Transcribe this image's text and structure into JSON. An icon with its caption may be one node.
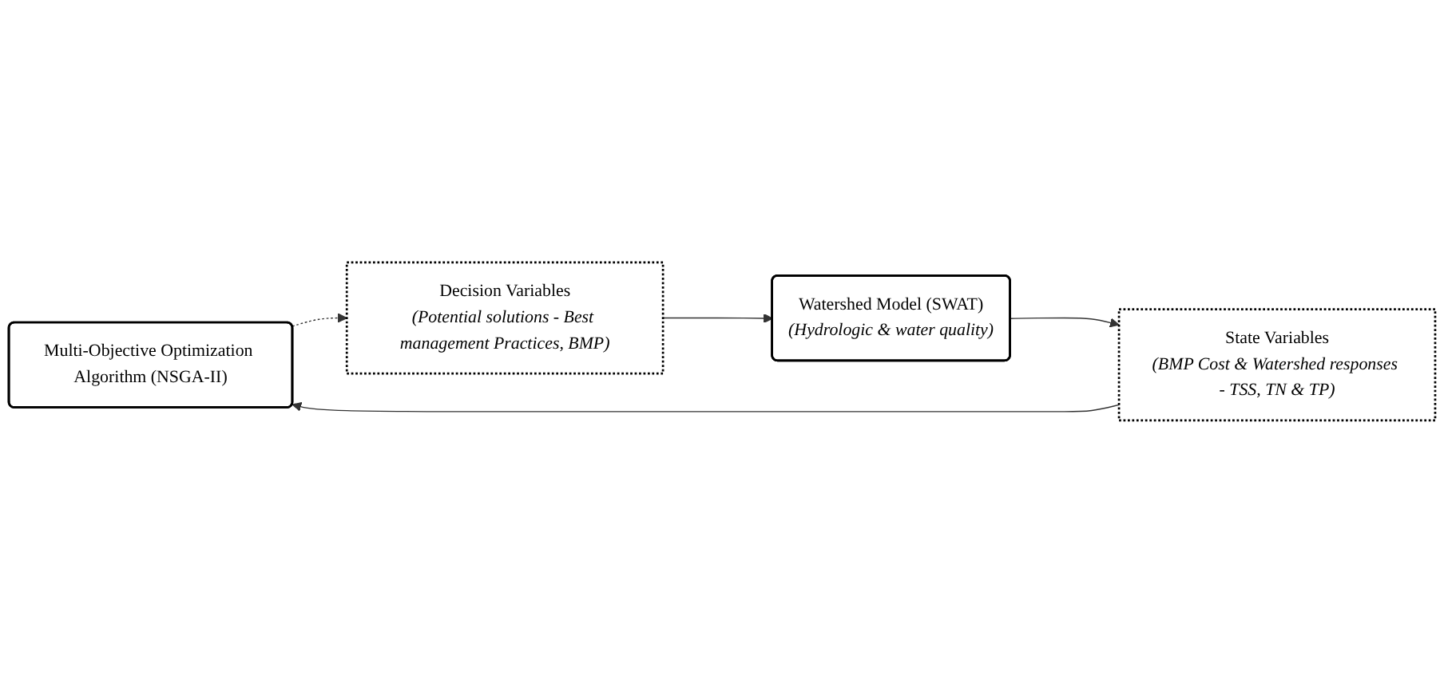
{
  "diagram": {
    "nodes": [
      {
        "text": [
          "Multi-Objective Optimization Algorithm (NSGA-II)"
        ]
      },
      {
        "text": [
          "Decision Variables",
          "(Potential solutions - Best management Practices, BMP)"
        ]
      },
      {
        "text": [
          "Watershed Model (SWAT)",
          "(Hydrologic & water quality)"
        ]
      },
      {
        "text": [
          "State Variables",
          "(BMP Cost & Watershed responses - TSS, TN & TP)"
        ]
      }
    ],
    "edges": [
      {
        "from": 0,
        "to": 1,
        "arrow": "to",
        "style": "dashed"
      },
      {
        "from": 1,
        "to": 2,
        "arrow": "to"
      },
      {
        "from": 2,
        "to": 3,
        "arrow": "to"
      },
      {
        "from": 3,
        "to": 0,
        "arrow": "to"
      }
    ]
  }
}
